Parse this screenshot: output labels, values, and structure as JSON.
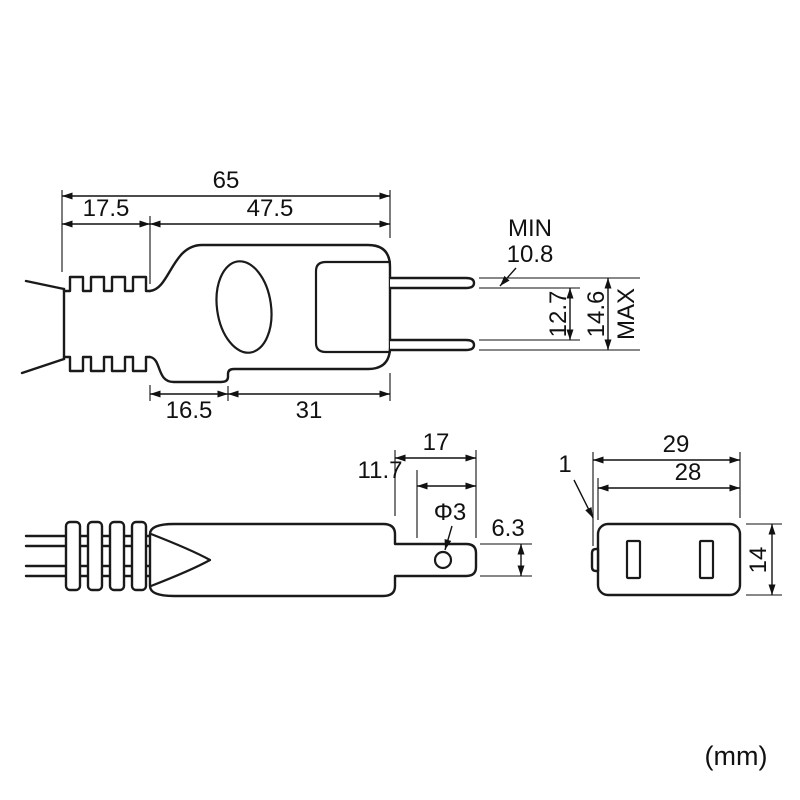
{
  "units_label": "(mm)",
  "top_view": {
    "overall_length": "65",
    "grip_length": "17.5",
    "body_length": "47.5",
    "rear_section": "16.5",
    "front_section": "31",
    "pin_gap_min_label": "MIN",
    "pin_gap_min": "10.8",
    "pin_pitch": "12.7",
    "pin_span_max_label": "MAX",
    "pin_span_max": "14.6"
  },
  "side_view": {
    "blade_length": "17",
    "hole_offset": "11.7",
    "hole_diameter": "Φ3",
    "blade_thickness": "6.3"
  },
  "front_view": {
    "overall_width": "29",
    "body_width": "28",
    "rib_offset": "1",
    "height": "14"
  }
}
